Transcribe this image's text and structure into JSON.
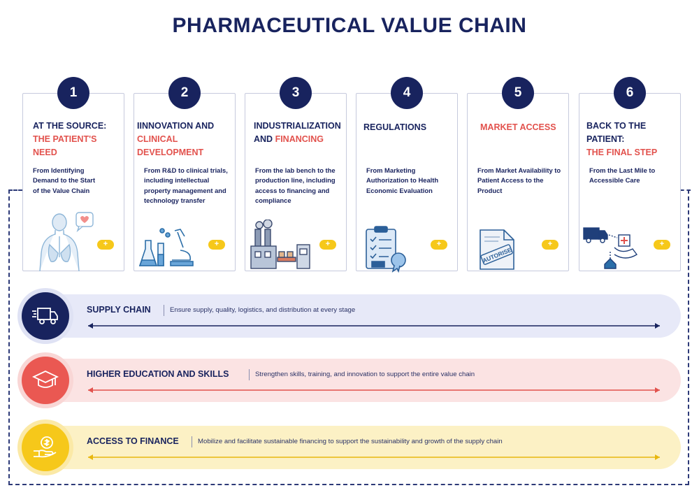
{
  "title": "PHARMACEUTICAL VALUE CHAIN",
  "plus_label": "+",
  "steps": [
    {
      "number": "1",
      "title_plain": "AT THE SOURCE:",
      "title_highlight": "THE PATIENT'S NEED",
      "title_after": "",
      "description": "From Identifying Demand to the Start of the Value Chain",
      "icon": "patient-health-icon"
    },
    {
      "number": "2",
      "title_plain": "IINNOVATION AND",
      "title_highlight": "CLINICAL DEVELOPMENT",
      "title_after": "",
      "description": "From R&D to clinical trials, including intellectual property management and technology transfer",
      "icon": "laboratory-microscope-icon"
    },
    {
      "number": "3",
      "title_plain": "INDUSTRIALIZATION AND",
      "title_highlight": "FINANCING",
      "title_after": "",
      "description": "From the lab bench to the production line, including access to financing and compliance",
      "icon": "factory-icon"
    },
    {
      "number": "4",
      "title_plain": "REGULATIONS",
      "title_highlight": "",
      "title_after": "",
      "description": "From Marketing Authorization to Health Economic Evaluation",
      "icon": "clipboard-checklist-icon"
    },
    {
      "number": "5",
      "title_plain": "",
      "title_highlight": "MARKET ACCESS",
      "title_after": "",
      "description": "From Market Availability to Patient Access to the Product",
      "icon": "authorise-document-icon",
      "stamp": "AUTORISE"
    },
    {
      "number": "6",
      "title_plain": "BACK TO THE PATIENT:",
      "title_highlight": "THE FINAL STEP",
      "title_after": "",
      "description": "From the Last Mile to Accessible Care",
      "icon": "delivery-care-icon"
    }
  ],
  "bands": [
    {
      "label": "SUPPLY CHAIN",
      "description": "Ensure supply, quality, logistics, and distribution at every stage",
      "icon": "truck-icon",
      "band_color": "#e7e9f8",
      "circle_color": "#18235e",
      "arrow_color": "#18235e"
    },
    {
      "label": "HIGHER EDUCATION AND SKILLS",
      "description": "Strengthen skills, training, and innovation to support the entire value chain",
      "icon": "graduation-cap-icon",
      "band_color": "#fbe3e3",
      "circle_color": "#ea5852",
      "arrow_color": "#e2524d"
    },
    {
      "label": "ACCESS TO FINANCE",
      "description": "Mobilize and facilitate sustainable financing to support the sustainability and growth of the supply chain",
      "icon": "money-hand-icon",
      "band_color": "#fcf1c5",
      "circle_color": "#f6c81a",
      "arrow_color": "#e8b70e"
    }
  ]
}
